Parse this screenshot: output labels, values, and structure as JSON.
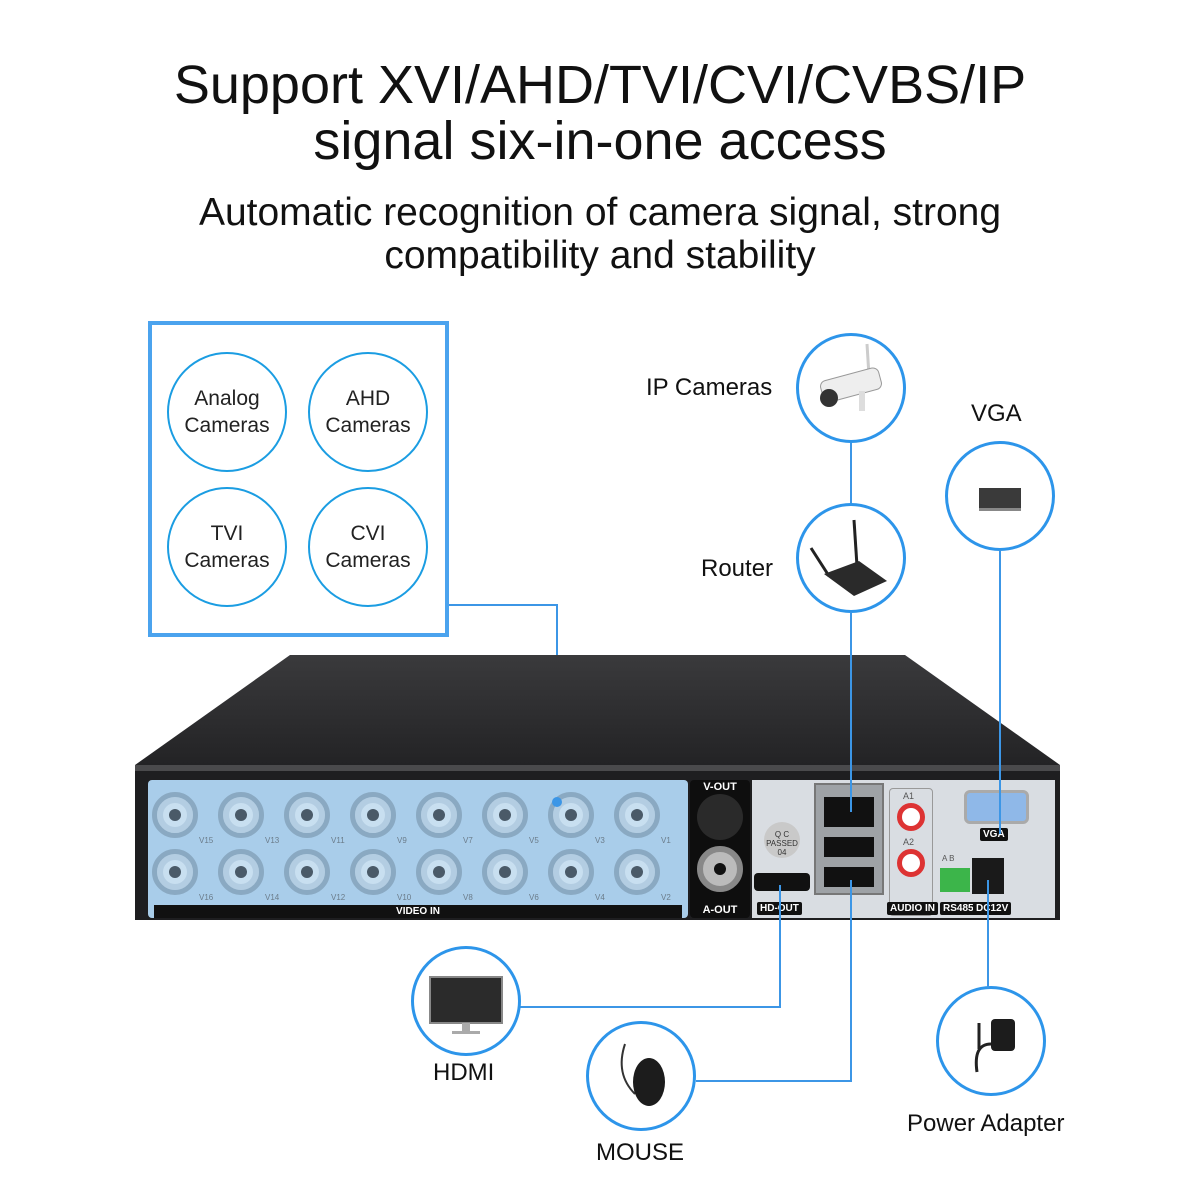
{
  "header": {
    "title_line1": "Support XVI/AHD/TVI/CVI/CVBS/IP",
    "title_line2": "signal six-in-one access",
    "subtitle_line1": "Automatic recognition of camera signal, strong",
    "subtitle_line2": "compatibility and stability"
  },
  "camera_types": [
    "Analog\nCameras",
    "AHD\nCameras",
    "TVI\nCameras",
    "CVI\nCameras"
  ],
  "devices": {
    "ip_cameras": "IP Cameras",
    "router": "Router",
    "vga": "VGA",
    "hdmi": "HDMI",
    "mouse": "MOUSE",
    "power_adapter": "Power Adapter"
  },
  "dvr_panel": {
    "video_in": "VIDEO IN",
    "channels_top": [
      "V15",
      "V13",
      "V11",
      "V9",
      "V7",
      "V5",
      "V3",
      "V1"
    ],
    "channels_bottom": [
      "V16",
      "V14",
      "V12",
      "V10",
      "V8",
      "V6",
      "V4",
      "V2"
    ],
    "v_out": "V-OUT",
    "a_out": "A-OUT",
    "hd_out": "HD-OUT",
    "qc_sticker": "Q C PASSED 04",
    "audio_in": "AUDIO IN",
    "a1": "A1",
    "a2": "A2",
    "vga": "VGA",
    "rs485": "RS485",
    "rs485_pins": "A  B",
    "dc12v": "DC12V"
  },
  "colors": {
    "accent": "#3c96e6",
    "panel_blue": "#a9cdea"
  }
}
